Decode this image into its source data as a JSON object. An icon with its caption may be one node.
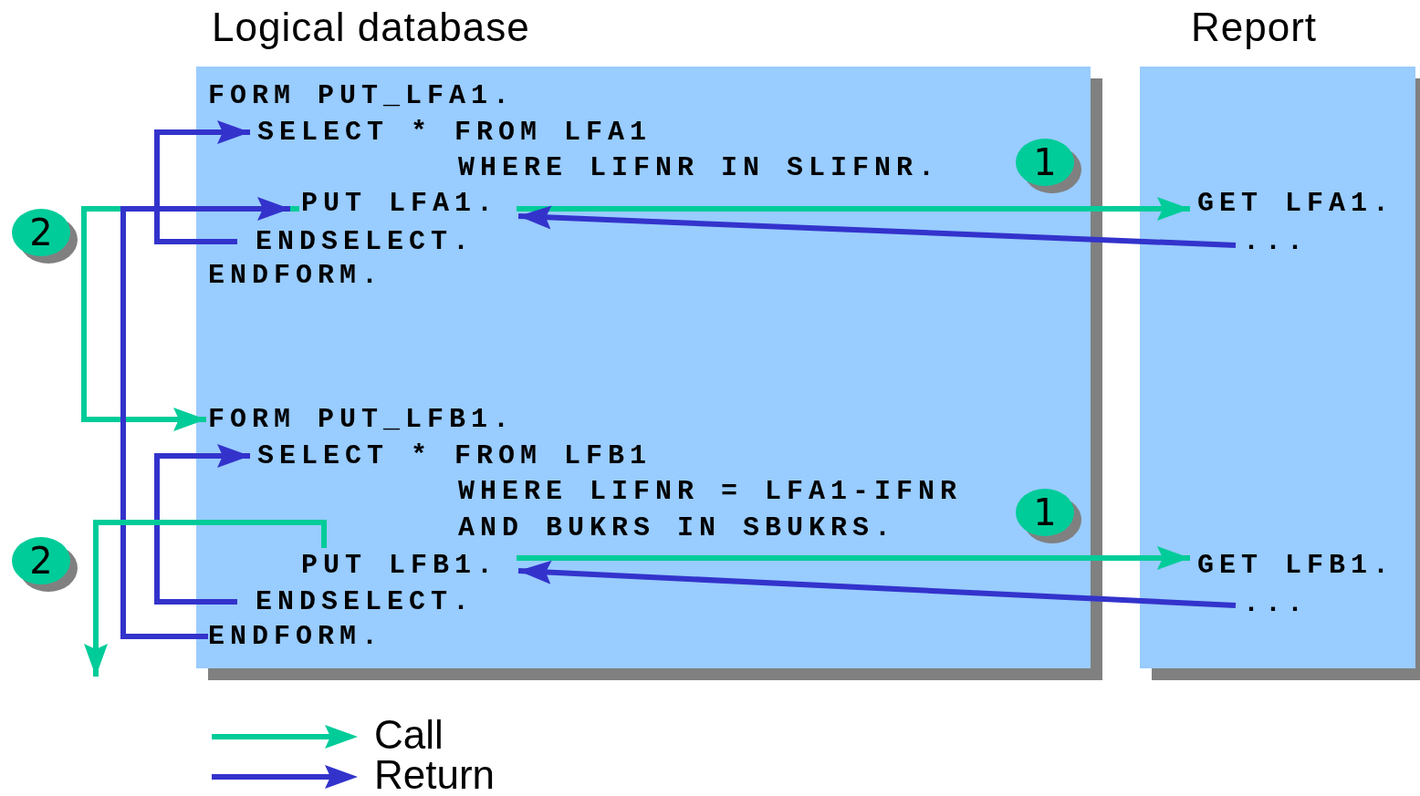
{
  "diagram": {
    "nodes": [
      {
        "text": [
          "Logical database"
        ]
      },
      {
        "text": [
          "Report"
        ]
      },
      {
        "text": [
          "FORM PUT_LFA1."
        ],
        "in": 0
      },
      {
        "text": [
          "SELECT * FROM LFA1",
          "WHERE LIFNR IN SLIFNR."
        ],
        "in": 0
      },
      {
        "text": [
          "PUT LFA1."
        ],
        "in": 0
      },
      {
        "text": [
          "ENDSELECT."
        ],
        "in": 0
      },
      {
        "text": [
          "ENDFORM."
        ],
        "in": 0
      },
      {
        "text": [
          "FORM PUT_LFB1."
        ],
        "in": 0
      },
      {
        "text": [
          "SELECT * FROM LFB1",
          "WHERE LIFNR = LFA1-IFNR AND BUKRS IN SBUKRS."
        ],
        "in": 0
      },
      {
        "text": [
          "PUT LFB1."
        ],
        "in": 0
      },
      {
        "text": [
          "ENDSELECT."
        ],
        "in": 0
      },
      {
        "text": [
          "ENDFORM."
        ],
        "in": 0
      },
      {
        "text": [
          "GET LFA1."
        ],
        "in": 1
      },
      {
        "text": [
          "..."
        ],
        "in": 1
      },
      {
        "text": [
          "GET LFB1."
        ],
        "in": 1
      },
      {
        "text": [
          "..."
        ],
        "in": 1
      },
      {
        "text": [
          "1"
        ],
        "in": 0
      },
      {
        "text": [
          "2"
        ]
      },
      {
        "text": [
          "1"
        ],
        "in": 0
      },
      {
        "text": [
          "2"
        ]
      }
    ],
    "edges": [
      {
        "from": 4,
        "to": 12,
        "arrow": "to",
        "color": "#00cc99"
      },
      {
        "from": 13,
        "to": 4,
        "arrow": "to"
      },
      {
        "from": 5,
        "to": 3,
        "arrow": "to"
      },
      {
        "from": 4,
        "to": 7,
        "arrow": "to",
        "color": "#00cc99"
      },
      {
        "from": 11,
        "to": 4,
        "arrow": "to"
      },
      {
        "from": 9,
        "to": 14,
        "arrow": "to",
        "color": "#00cc99"
      },
      {
        "from": 15,
        "to": 9,
        "arrow": "to"
      },
      {
        "from": 10,
        "to": 8,
        "arrow": "to"
      },
      {
        "from": 9,
        "to": null,
        "arrow": "to",
        "color": "#00cc99"
      }
    ],
    "legend": [
      {
        "text": "Call"
      },
      {
        "text": "Return"
      }
    ]
  }
}
